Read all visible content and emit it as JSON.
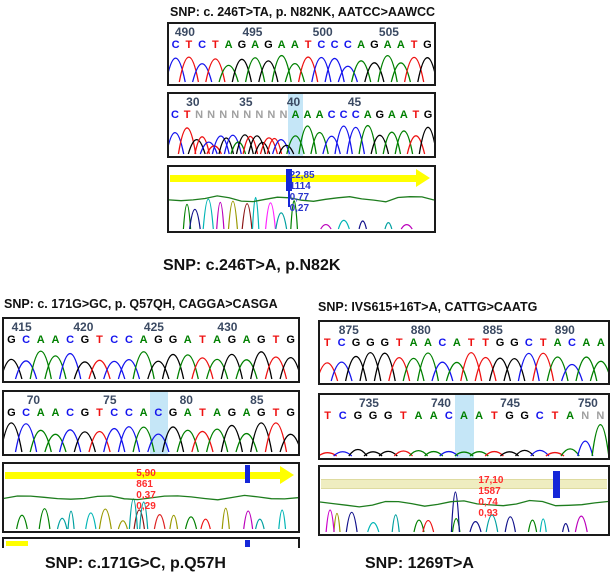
{
  "base_colors": {
    "A": "#008000",
    "C": "#1414ee",
    "G": "#000000",
    "T": "#ee1111",
    "N": "#a0a0a0"
  },
  "accent_colors": {
    "highlight_column": "#c5e6f7",
    "scan_arrow_yellow": "#ffff00",
    "scan_bar_pale": "#efedc0",
    "position_marker_blue": "#1527d8",
    "quality_line_green": "#1e7d1e"
  },
  "chart_data": {
    "type": "line",
    "subtype": "sanger-sequencing-chromatograms",
    "panels": [
      {
        "title": "SNP: c. 246T>TA, p. N82NK, AATCC>AAWCC",
        "caption": "SNP: c.246T>A, p.N82K",
        "traces": [
          {
            "sequence": "CTCTAGAGAATCCCAGAATG",
            "ticks": [
              {
                "label": "490",
                "frac": 0.06
              },
              {
                "label": "495",
                "frac": 0.315
              },
              {
                "label": "500",
                "frac": 0.58
              },
              {
                "label": "505",
                "frac": 0.83
              }
            ],
            "highlight_index": null,
            "style": "normal"
          },
          {
            "sequence": "CTNNNNNNNNAAACCCAGAATG",
            "ticks": [
              {
                "label": "30",
                "frac": 0.09
              },
              {
                "label": "35",
                "frac": 0.29
              },
              {
                "label": "40",
                "frac": 0.47
              },
              {
                "label": "45",
                "frac": 0.7
              }
            ],
            "highlight_index": 10,
            "style": "messy"
          }
        ],
        "analysis": {
          "values": [
            "22,85",
            "1114",
            "0,77",
            "0,27"
          ],
          "values_color": "#2a35cc",
          "marker_frac": 0.44,
          "numbers_frac": 0.455,
          "bar_style": "arrow"
        }
      },
      {
        "title": "SNP: c. 171G>GC, p. Q57QH, CAGGA>CASGA",
        "caption": "SNP: c.171G>C, p.Q57H",
        "traces": [
          {
            "sequence": "GCAACGTCCAGGATAGAGTG",
            "ticks": [
              {
                "label": "415",
                "frac": 0.06
              },
              {
                "label": "420",
                "frac": 0.27
              },
              {
                "label": "425",
                "frac": 0.51
              },
              {
                "label": "430",
                "frac": 0.76
              }
            ],
            "highlight_index": null,
            "style": "normal"
          },
          {
            "sequence": "GCAACGTCCACGATAGAGTG",
            "ticks": [
              {
                "label": "70",
                "frac": 0.1
              },
              {
                "label": "75",
                "frac": 0.36
              },
              {
                "label": "80",
                "frac": 0.62
              },
              {
                "label": "85",
                "frac": 0.86
              }
            ],
            "highlight_index": 10,
            "style": "normal"
          }
        ],
        "analysis": {
          "values": [
            "5,90",
            "861",
            "0,37",
            "0,29"
          ],
          "values_color": "#ff2d2d",
          "marker_frac": 0.82,
          "numbers_frac": 0.45,
          "bar_style": "arrow"
        }
      },
      {
        "title": "SNP: IVS615+16T>A, CATTG>CAATG",
        "caption": "SNP: 1269T>A",
        "traces": [
          {
            "sequence": "TCGGGTAACATTGGCTACAA",
            "ticks": [
              {
                "label": "875",
                "frac": 0.1
              },
              {
                "label": "880",
                "frac": 0.35
              },
              {
                "label": "885",
                "frac": 0.6
              },
              {
                "label": "890",
                "frac": 0.85
              }
            ],
            "highlight_index": null,
            "style": "normal"
          },
          {
            "sequence": "TCGGGTAACAATGGCTANN",
            "ticks": [
              {
                "label": "735",
                "frac": 0.17
              },
              {
                "label": "740",
                "frac": 0.42
              },
              {
                "label": "745",
                "frac": 0.66
              },
              {
                "label": "750",
                "frac": 0.93
              }
            ],
            "highlight_index": 9,
            "style": "low"
          }
        ],
        "analysis": {
          "values": [
            "17,10",
            "1587",
            "0,74",
            "0,93"
          ],
          "values_color": "#ff2d2d",
          "marker_frac": 0.81,
          "numbers_frac": 0.55,
          "bar_style": "pale"
        }
      }
    ]
  }
}
